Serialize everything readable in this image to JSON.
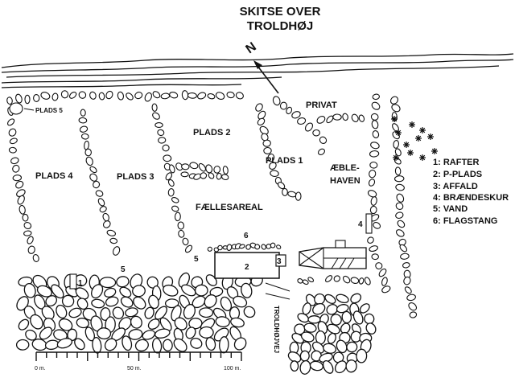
{
  "title": {
    "line1": "SKITSE OVER",
    "line2": "TROLDHØJ"
  },
  "north_label": "N",
  "areas": {
    "plads1": "PLADS 1",
    "plads2": "PLADS 2",
    "plads3": "PLADS 3",
    "plads4": "PLADS 4",
    "plads5": "PLADS 5",
    "privat": "PRIVAT",
    "aeble1": "ÆBLE-",
    "aeble2": "HAVEN",
    "faelles": "FÆLLESAREAL"
  },
  "road_label": "TROLDHØJVEJ",
  "legend": [
    "1: RAFTER",
    "2: P-PLADS",
    "3: AFFALD",
    "4: BRÆNDESKUR",
    "5: VAND",
    "6: FLAGSTANG"
  ],
  "markers": {
    "m1": "1",
    "m2": "2",
    "m3": "3",
    "m4": "4",
    "m5a": "5",
    "m5b": "5",
    "m6": "6"
  },
  "scale": {
    "s0": "0 m.",
    "s50": "50 m.",
    "s100": "100 m."
  }
}
